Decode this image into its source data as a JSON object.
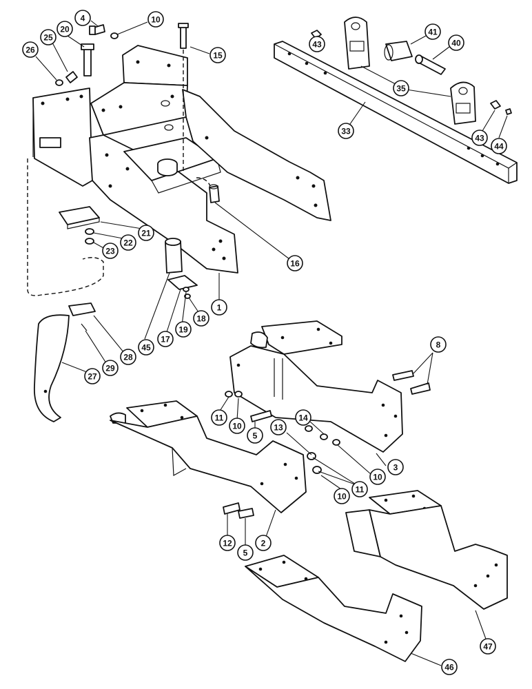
{
  "callouts": [
    {
      "id": "c4",
      "label": "4"
    },
    {
      "id": "c10a",
      "label": "10"
    },
    {
      "id": "c20",
      "label": "20"
    },
    {
      "id": "c25",
      "label": "25"
    },
    {
      "id": "c26",
      "label": "26"
    },
    {
      "id": "c15",
      "label": "15"
    },
    {
      "id": "c43a",
      "label": "43"
    },
    {
      "id": "c41",
      "label": "41"
    },
    {
      "id": "c40",
      "label": "40"
    },
    {
      "id": "c35",
      "label": "35"
    },
    {
      "id": "c33",
      "label": "33"
    },
    {
      "id": "c43b",
      "label": "43"
    },
    {
      "id": "c44",
      "label": "44"
    },
    {
      "id": "c21",
      "label": "21"
    },
    {
      "id": "c22",
      "label": "22"
    },
    {
      "id": "c23",
      "label": "23"
    },
    {
      "id": "c16",
      "label": "16"
    },
    {
      "id": "c1",
      "label": "1"
    },
    {
      "id": "c18",
      "label": "18"
    },
    {
      "id": "c19",
      "label": "19"
    },
    {
      "id": "c17",
      "label": "17"
    },
    {
      "id": "c45",
      "label": "45"
    },
    {
      "id": "c28",
      "label": "28"
    },
    {
      "id": "c29",
      "label": "29"
    },
    {
      "id": "c27",
      "label": "27"
    },
    {
      "id": "c8",
      "label": "8"
    },
    {
      "id": "c11a",
      "label": "11"
    },
    {
      "id": "c10b",
      "label": "10"
    },
    {
      "id": "c5a",
      "label": "5"
    },
    {
      "id": "c13",
      "label": "13"
    },
    {
      "id": "c14",
      "label": "14"
    },
    {
      "id": "c10c",
      "label": "10"
    },
    {
      "id": "c3",
      "label": "3"
    },
    {
      "id": "c11b",
      "label": "11"
    },
    {
      "id": "c10d",
      "label": "10"
    },
    {
      "id": "c12",
      "label": "12"
    },
    {
      "id": "c5b",
      "label": "5"
    },
    {
      "id": "c2",
      "label": "2"
    },
    {
      "id": "c47",
      "label": "47"
    },
    {
      "id": "c46",
      "label": "46"
    }
  ]
}
